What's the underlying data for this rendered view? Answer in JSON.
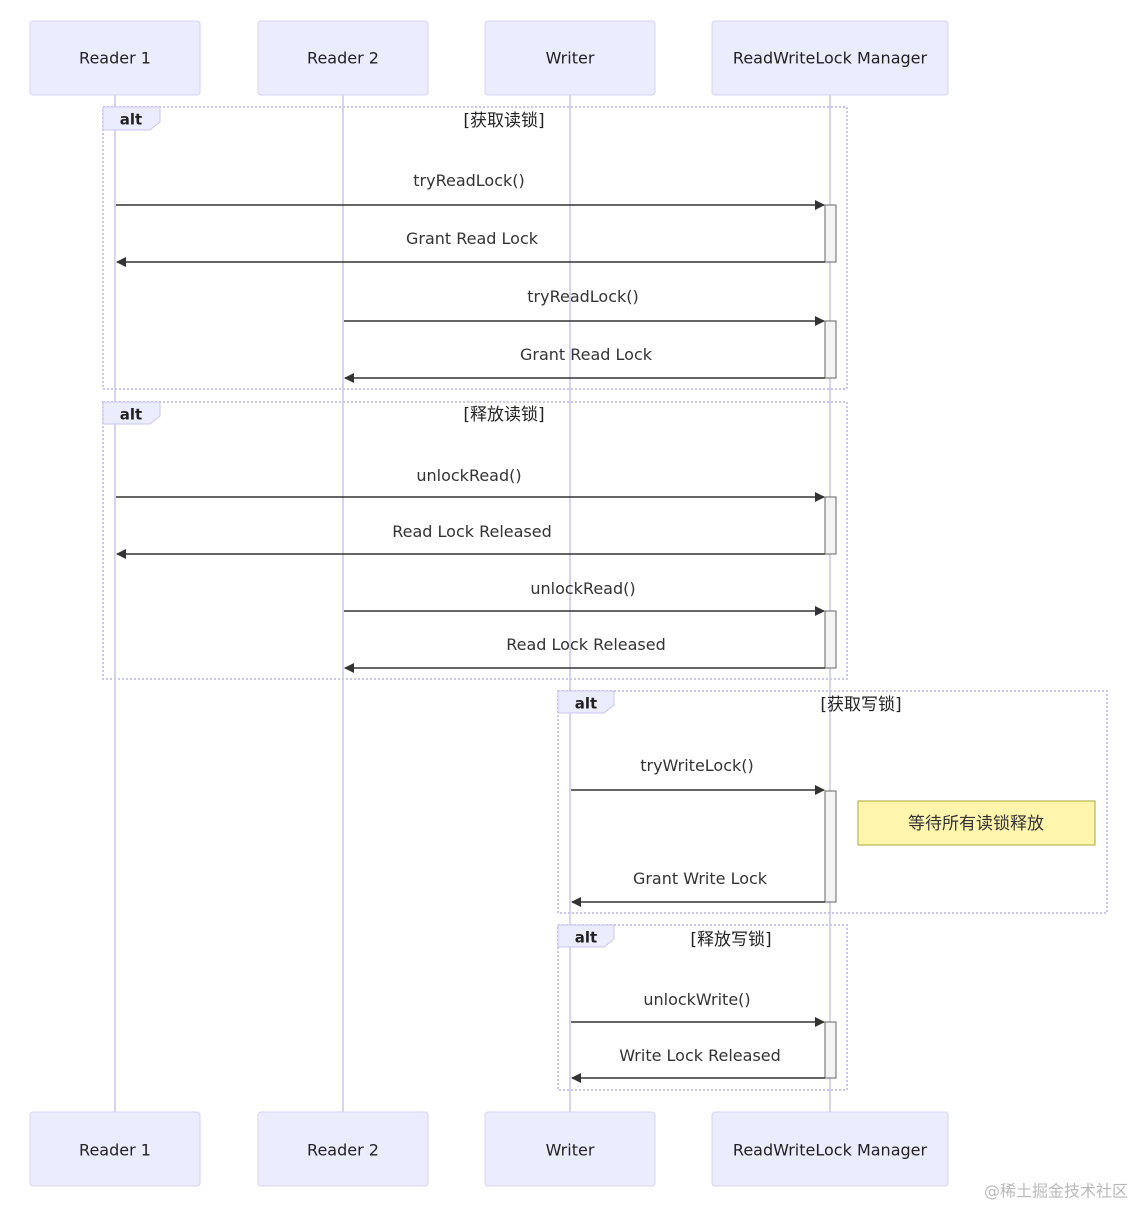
{
  "participants": [
    {
      "id": "reader1",
      "label": "Reader 1"
    },
    {
      "id": "reader2",
      "label": "Reader 2"
    },
    {
      "id": "writer",
      "label": "Writer"
    },
    {
      "id": "manager",
      "label": "ReadWriteLock Manager"
    }
  ],
  "frames": [
    {
      "id": "frame-acquire-read",
      "kind": "alt",
      "condition": "[获取读锁]"
    },
    {
      "id": "frame-release-read",
      "kind": "alt",
      "condition": "[释放读锁]"
    },
    {
      "id": "frame-acquire-write",
      "kind": "alt",
      "condition": "[获取写锁]"
    },
    {
      "id": "frame-release-write",
      "kind": "alt",
      "condition": "[释放写锁]"
    }
  ],
  "messages": [
    {
      "id": "msg-1",
      "from": "reader1",
      "to": "manager",
      "label": "tryReadLock()"
    },
    {
      "id": "msg-2",
      "from": "manager",
      "to": "reader1",
      "label": "Grant Read Lock"
    },
    {
      "id": "msg-3",
      "from": "reader2",
      "to": "manager",
      "label": "tryReadLock()"
    },
    {
      "id": "msg-4",
      "from": "manager",
      "to": "reader2",
      "label": "Grant Read Lock"
    },
    {
      "id": "msg-5",
      "from": "reader1",
      "to": "manager",
      "label": "unlockRead()"
    },
    {
      "id": "msg-6",
      "from": "manager",
      "to": "reader1",
      "label": "Read Lock Released"
    },
    {
      "id": "msg-7",
      "from": "reader2",
      "to": "manager",
      "label": "unlockRead()"
    },
    {
      "id": "msg-8",
      "from": "manager",
      "to": "reader2",
      "label": "Read Lock Released"
    },
    {
      "id": "msg-9",
      "from": "writer",
      "to": "manager",
      "label": "tryWriteLock()"
    },
    {
      "id": "msg-10",
      "from": "manager",
      "to": "writer",
      "label": "Grant Write Lock"
    },
    {
      "id": "msg-11",
      "from": "writer",
      "to": "manager",
      "label": "unlockWrite()"
    },
    {
      "id": "msg-12",
      "from": "manager",
      "to": "writer",
      "label": "Write Lock Released"
    }
  ],
  "note": {
    "text": "等待所有读锁释放"
  },
  "watermark": "@稀土掘金技术社区"
}
